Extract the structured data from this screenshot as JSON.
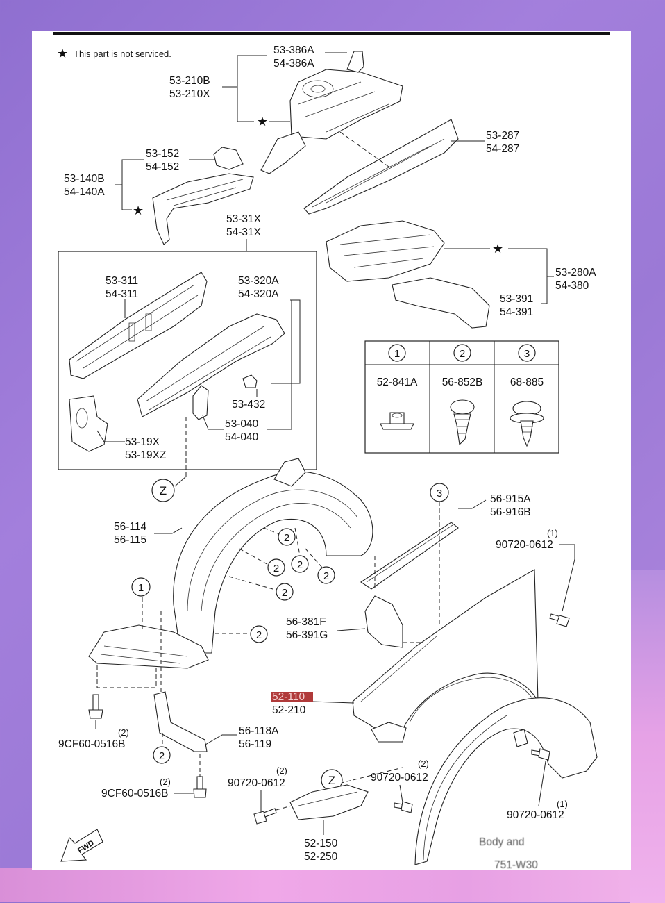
{
  "note": "This part is not serviced.",
  "parts": {
    "p53386": [
      "53-386A",
      "54-386A"
    ],
    "p53210": [
      "53-210B",
      "53-210X"
    ],
    "p53287": [
      "53-287",
      "54-287"
    ],
    "p53152": [
      "53-152",
      "54-152"
    ],
    "p53140": [
      "53-140B",
      "54-140A"
    ],
    "p5331X": [
      "53-31X",
      "54-31X"
    ],
    "p53311": [
      "53-311",
      "54-311"
    ],
    "p53320": [
      "53-320A",
      "54-320A"
    ],
    "p53280": [
      "53-280A",
      "54-380"
    ],
    "p53391": [
      "53-391",
      "54-391"
    ],
    "p53432": [
      "53-432"
    ],
    "p53040": [
      "53-040",
      "54-040"
    ],
    "p5319X": [
      "53-19X",
      "53-19XZ"
    ],
    "p56114": [
      "56-114",
      "56-115"
    ],
    "p56915": [
      "56-915A",
      "56-916B"
    ],
    "p90720a": [
      "(1)",
      "90720-0612"
    ],
    "p56381": [
      "56-381F",
      "56-391G"
    ],
    "p52110": [
      "52-110",
      "52-210"
    ],
    "p9cf60a": [
      "(2)",
      "9CF60-0516B"
    ],
    "p56118": [
      "56-118A",
      "56-119"
    ],
    "p9cf60b": [
      "(2)",
      "9CF60-0516B"
    ],
    "p90720b": [
      "(2)",
      "90720-0612"
    ],
    "p90720c": [
      "(2)",
      "90720-0612"
    ],
    "p90720d": [
      "(1)",
      "90720-0612"
    ],
    "p52150": [
      "52-150",
      "52-250"
    ],
    "pbody": [
      "Body and",
      "751-W30"
    ]
  },
  "fasteners": [
    {
      "num": "1",
      "part": "52-841A"
    },
    {
      "num": "2",
      "part": "56-852B"
    },
    {
      "num": "3",
      "part": "68-885"
    }
  ],
  "callouts": {
    "z": "Z",
    "one": "1",
    "two": "2",
    "three": "3"
  },
  "fwd": "FWD",
  "colors": {
    "sheet": "#ffffff",
    "ink": "#222222",
    "highlight": "#c0392b",
    "frame_bg": "#9b79d6"
  }
}
